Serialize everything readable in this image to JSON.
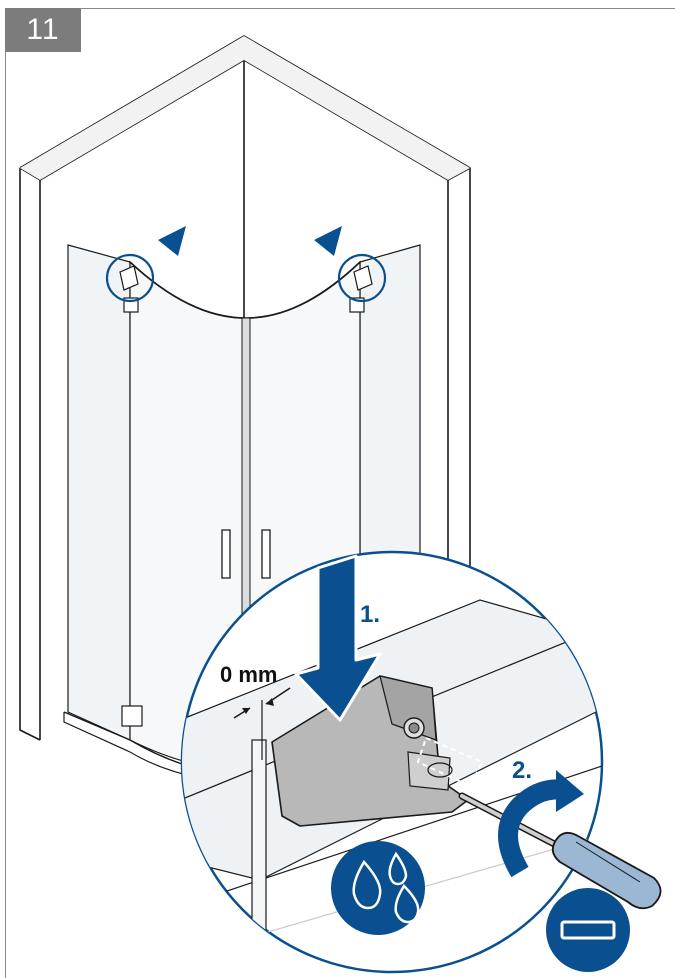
{
  "step_number": "11",
  "labels": {
    "gap": "0 mm",
    "action_1": "1.",
    "action_2": "2."
  },
  "colors": {
    "accent": "#0a4f8f",
    "badge": "#7c7c7c",
    "line": "#1a1a1a",
    "glass": "#eef3f7",
    "part": "#b8b8b8"
  },
  "icons": [
    "press-down-arrow-icon",
    "rotate-arrow-icon",
    "water-drops-icon",
    "flat-screwdriver-icon"
  ]
}
